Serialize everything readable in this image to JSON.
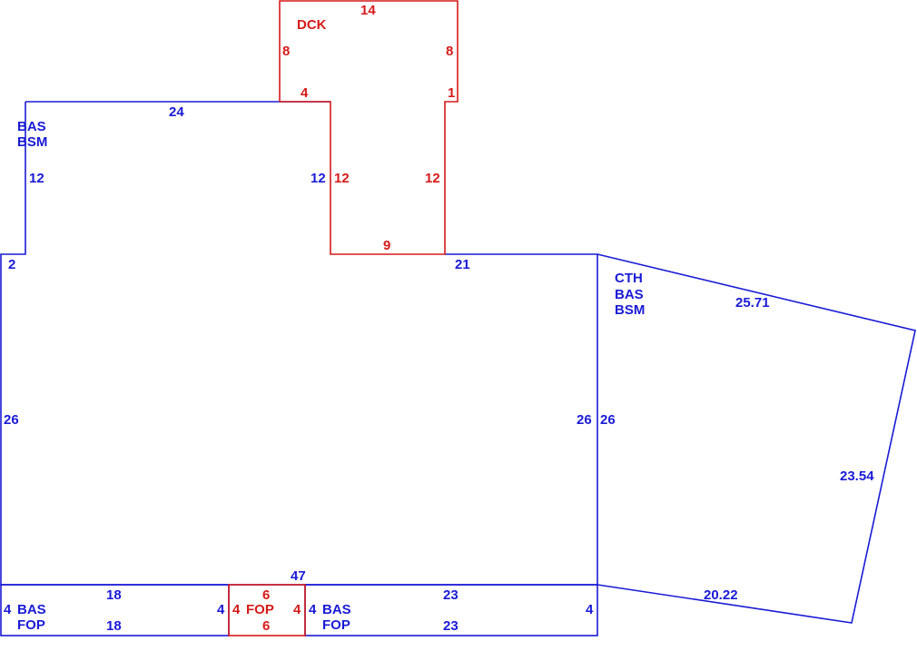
{
  "colors": {
    "main": "#1a1ad6",
    "addition": "#d61a1a"
  },
  "areas": {
    "main_codes": [
      "BAS",
      "BSM"
    ],
    "wing_codes": [
      "CTH",
      "BAS",
      "BSM"
    ],
    "deck_code": "DCK",
    "front_porch_code": "FOP",
    "left_porch_codes": [
      "BAS",
      "FOP"
    ],
    "right_porch_codes": [
      "BAS",
      "FOP"
    ]
  },
  "dimensions": {
    "main_top": "24",
    "main_left_upper": "12",
    "main_left_step": "2",
    "main_left": "26",
    "main_right_upper": "12",
    "main_bottom": "47",
    "main_right_inner": "26",
    "main_right_top": "21",
    "wing_left": "26",
    "wing_top": "25.71",
    "wing_right": "23.54",
    "wing_bottom": "20.22",
    "deck_top": "14",
    "deck_left": "8",
    "deck_right": "8",
    "deck_step_left": "4",
    "deck_step_right": "1",
    "deck_inner_left": "12",
    "deck_inner_right": "12",
    "deck_bottom": "9",
    "lp_top": "18",
    "lp_bottom": "18",
    "lp_left": "4",
    "lp_right": "4",
    "fop_top": "6",
    "fop_bottom": "6",
    "fop_left": "4",
    "fop_right": "4",
    "rp_top": "23",
    "rp_bottom": "23",
    "rp_left": "4",
    "rp_right": "4"
  }
}
